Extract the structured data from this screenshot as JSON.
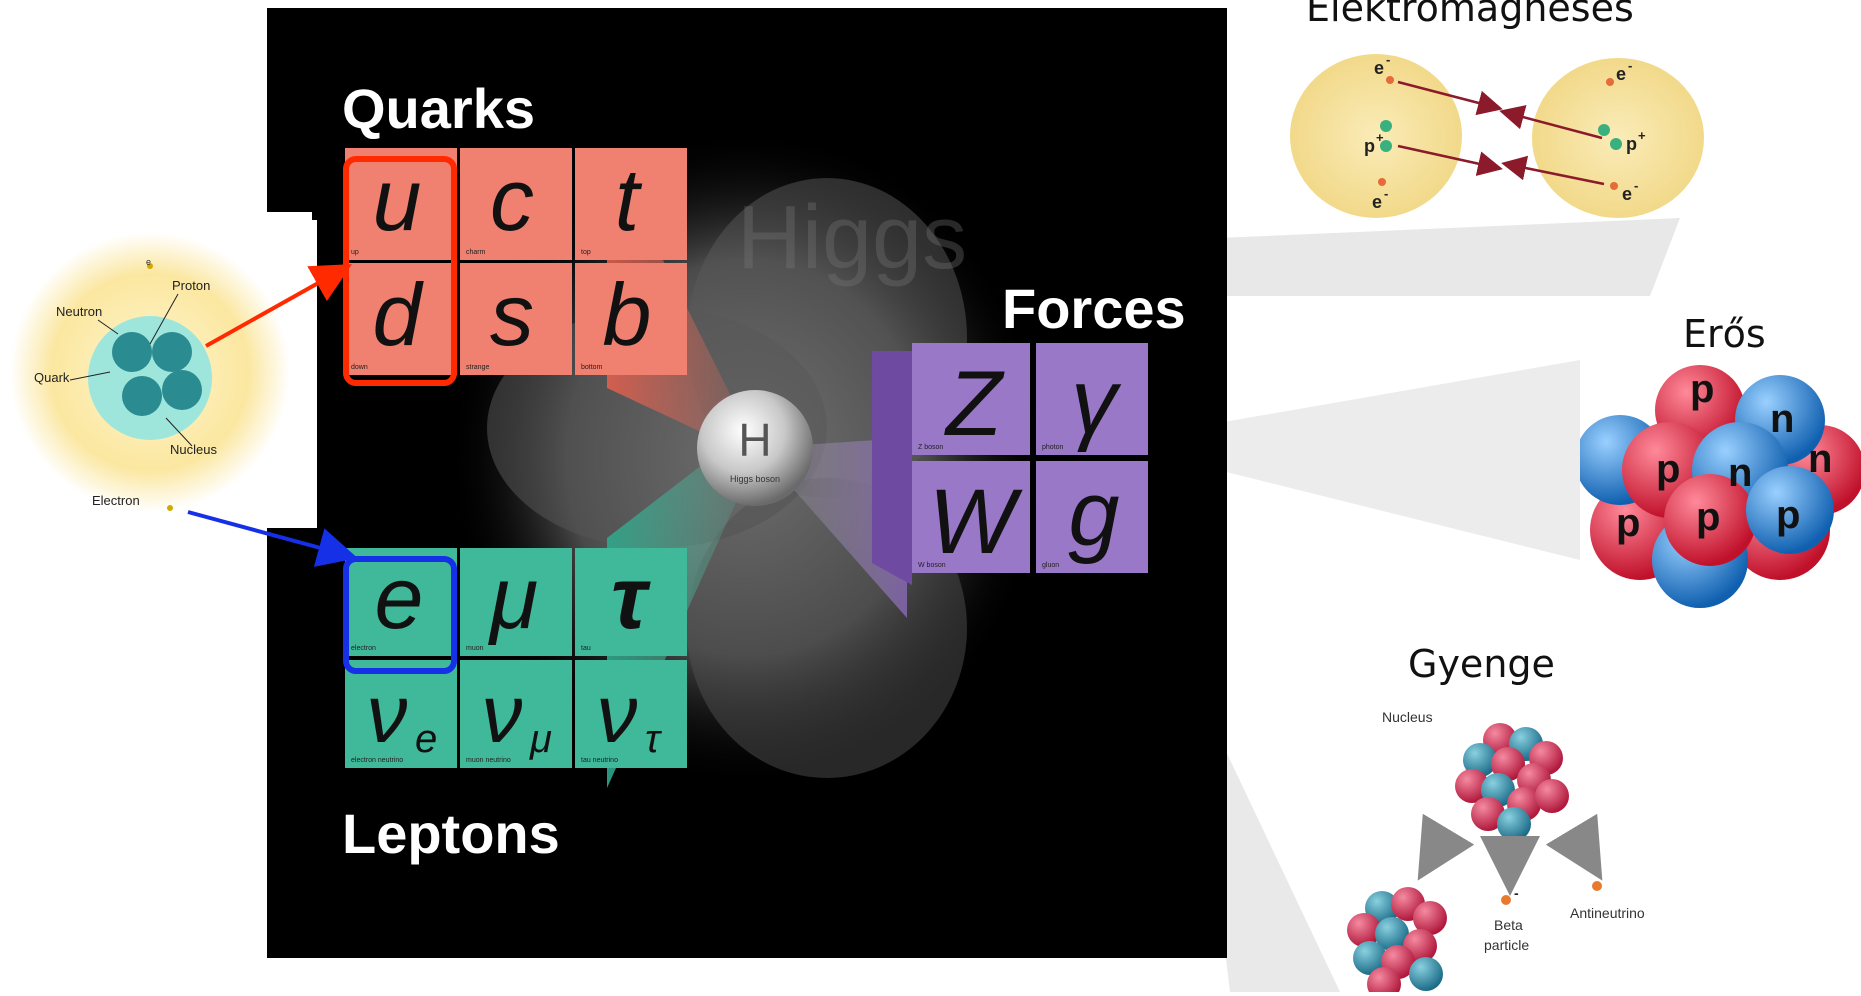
{
  "standard_model": {
    "quarks_heading": "Quarks",
    "leptons_heading": "Leptons",
    "forces_heading": "Forces",
    "higgs_symbol": "H",
    "higgs_caption": "Higgs boson",
    "watermark": "Higgs",
    "quarks": [
      {
        "symbol": "u",
        "name": "up"
      },
      {
        "symbol": "c",
        "name": "charm"
      },
      {
        "symbol": "t",
        "name": "top"
      },
      {
        "symbol": "d",
        "name": "down"
      },
      {
        "symbol": "s",
        "name": "strange"
      },
      {
        "symbol": "b",
        "name": "bottom"
      }
    ],
    "leptons": [
      {
        "symbol": "e",
        "name": "electron"
      },
      {
        "symbol": "μ",
        "name": "muon"
      },
      {
        "symbol": "τ",
        "name": "tau"
      },
      {
        "symbol": "ν",
        "sub": "e",
        "name": "electron neutrino"
      },
      {
        "symbol": "ν",
        "sub": "μ",
        "name": "muon neutrino"
      },
      {
        "symbol": "ν",
        "sub": "τ",
        "name": "tau neutrino"
      }
    ],
    "forces": [
      {
        "symbol": "Z",
        "name": "Z boson"
      },
      {
        "symbol": "γ",
        "name": "photon"
      },
      {
        "symbol": "W",
        "name": "W boson"
      },
      {
        "symbol": "g",
        "name": "gluon"
      }
    ]
  },
  "atom": {
    "proton": "Proton",
    "neutron": "Neutron",
    "quark": "Quark",
    "nucleus": "Nucleus",
    "electron": "Electron",
    "e_mark": "e"
  },
  "em": {
    "title": "Elektromágneses",
    "e_minus": "e",
    "minus": "-",
    "p_plus": "p",
    "plus": "+"
  },
  "strong": {
    "title": "Erős",
    "p": "p",
    "n": "n"
  },
  "weak": {
    "title": "Gyenge",
    "nucleus": "Nucleus",
    "beta_line1": "Beta",
    "beta_line2": "particle",
    "antineutrino": "Antineutrino"
  },
  "colors": {
    "quark_cell": "#f08070",
    "lepton_cell": "#40b89a",
    "force_cell": "#9a78c8",
    "highlight_red": "#ff2a00",
    "highlight_blue": "#1630e8",
    "panel_bg": "#000000"
  }
}
